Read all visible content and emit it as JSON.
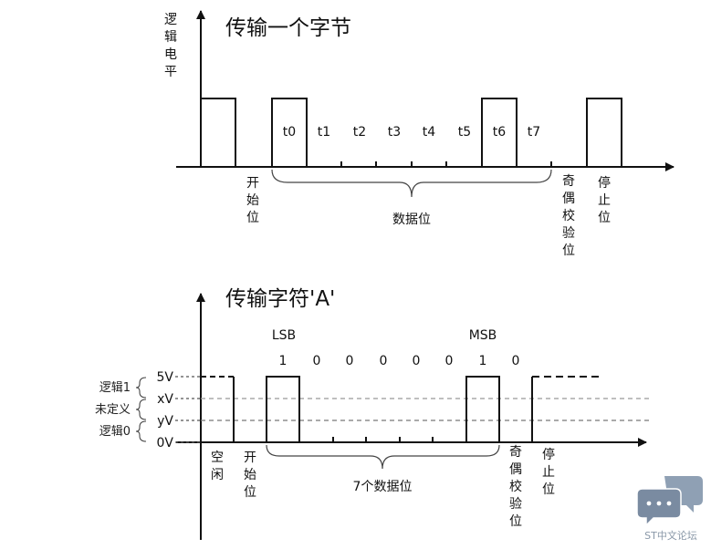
{
  "diagram1": {
    "title": "传输一个字节",
    "y_axis_label": [
      "逻",
      "辑",
      "电",
      "平"
    ],
    "bits": [
      "t0",
      "t1",
      "t2",
      "t3",
      "t4",
      "t5",
      "t6",
      "t7"
    ],
    "start_label": [
      "开",
      "始",
      "位"
    ],
    "data_label": "数据位",
    "parity_label": [
      "奇",
      "偶",
      "校",
      "验",
      "位"
    ],
    "stop_label": [
      "停",
      "止",
      "位"
    ]
  },
  "diagram2": {
    "title": "传输字符'A'",
    "lsb": "LSB",
    "msb": "MSB",
    "bit_values": [
      "1",
      "0",
      "0",
      "0",
      "0",
      "0",
      "1",
      "0"
    ],
    "level_labels": {
      "v5": "5V",
      "xv": "xV",
      "yv": "yV",
      "v0": "0V"
    },
    "region_labels": {
      "logic1": "逻辑1",
      "undefined": "未定义",
      "logic0": "逻辑0"
    },
    "idle_label": [
      "空",
      "闲"
    ],
    "start_label": [
      "开",
      "始",
      "位"
    ],
    "data_label": "7个数据位",
    "parity_label": [
      "奇",
      "偶",
      "校",
      "验",
      "位"
    ],
    "stop_label": [
      "停",
      "止",
      "位"
    ]
  },
  "watermark": {
    "text": "ST中文论坛",
    "icon": "chat-bubbles-icon"
  }
}
